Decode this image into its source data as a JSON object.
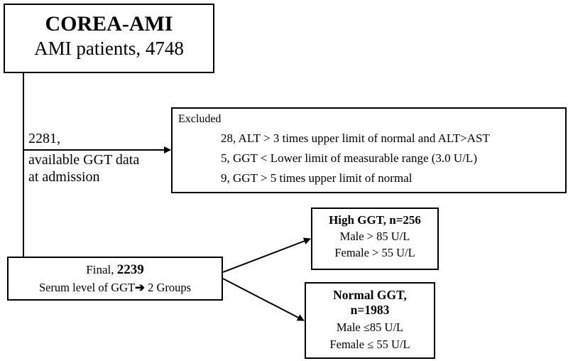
{
  "cohort": {
    "name": "COREA-AMI",
    "patients_label": "AMI patients, 4748"
  },
  "step": {
    "line1": "2281,",
    "line2": "available GGT data",
    "line3": "at admission"
  },
  "excluded": {
    "header": "Excluded",
    "items": [
      "28,  ALT > 3 times upper limit of normal and ALT>AST",
      "5, GGT < Lower limit of measurable range (3.0 U/L)",
      "9,  GGT > 5  times upper limit of normal"
    ]
  },
  "final": {
    "prefix": "Final, ",
    "count": "2239",
    "groups_text": "Serum level of GGT",
    "arrow_glyph": "➔",
    "groups_suffix": " 2 Groups"
  },
  "high_ggt": {
    "title": "High GGT, n=256",
    "male": "Male > 85 U/L",
    "female": "Female > 55 U/L"
  },
  "normal_ggt": {
    "title_line1": "Normal GGT,",
    "title_line2": "n=1983",
    "male": "Male ≤85 U/L",
    "female": "Female ≤ 55 U/L"
  }
}
